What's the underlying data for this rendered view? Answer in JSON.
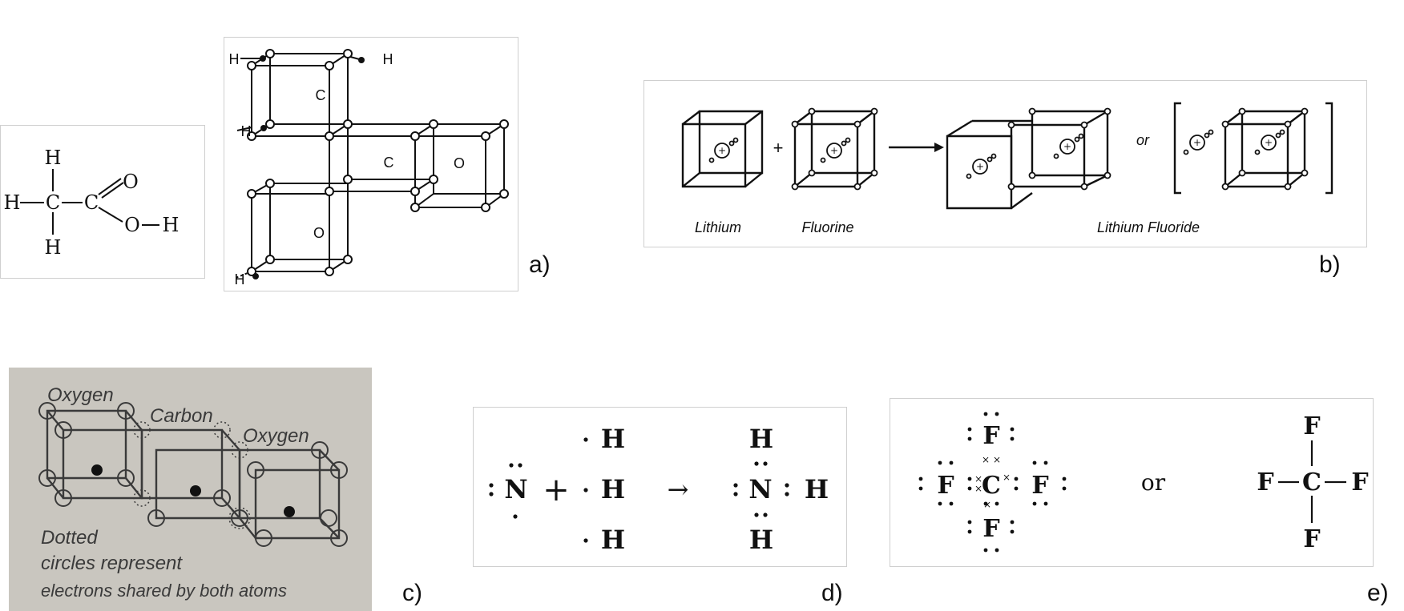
{
  "panels": {
    "a": {
      "label": "a)",
      "structural": {
        "h_top": "H",
        "h_left": "H",
        "h_bottom": "H",
        "c1": "C",
        "c2": "C",
        "o_double": "O",
        "o_single": "O",
        "h_right": "H"
      },
      "cubic": {
        "h1": "H",
        "h2": "H",
        "h3": "H",
        "h4": "H",
        "c_top": "C",
        "c_mid": "C",
        "o_right": "O",
        "o_bottom": "O"
      }
    },
    "b": {
      "label": "b)",
      "atom1": "Lithium",
      "atom2": "Fluorine",
      "product": "Lithium Fluoride",
      "plus": "+",
      "or": "or"
    },
    "c": {
      "label": "c)",
      "oxygen_left": "Oxygen",
      "carbon": "Carbon",
      "oxygen_right": "Oxygen",
      "caption": [
        "Dotted",
        "circles represent",
        "electrons shared by both atoms"
      ],
      "colors": {
        "paper": "#c9c6bf",
        "ink": "#3a3a3a"
      }
    },
    "d": {
      "label": "d)",
      "n_left": "N",
      "plus": "+",
      "h_list": [
        "H",
        "H",
        "H"
      ],
      "arrow": "→",
      "n_right": "N",
      "h_top": "H",
      "h_right": "H",
      "h_bottom": "H"
    },
    "e": {
      "label": "e)",
      "lewis_center": "C",
      "lewis_f_top": "F",
      "lewis_f_left": "F",
      "lewis_f_right": "F",
      "lewis_f_bottom": "F",
      "or": "or",
      "struct_center": "C",
      "struct_f_top": "F",
      "struct_f_left": "F",
      "struct_f_right": "F",
      "struct_f_bottom": "F"
    }
  }
}
